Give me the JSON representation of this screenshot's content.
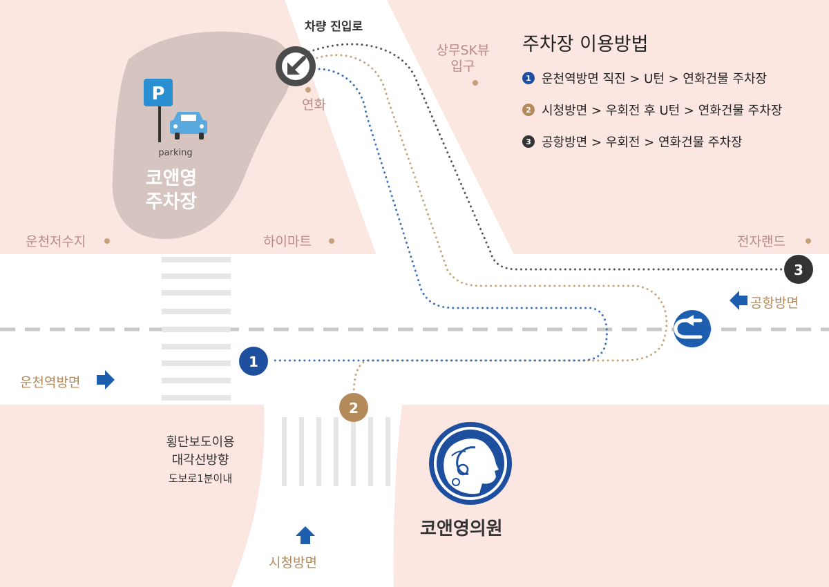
{
  "colors": {
    "background": "#fbe6e1",
    "road": "#ffffff",
    "parking_blob": "#d5c4bf",
    "route1": "#3f73b8",
    "route2": "#c9a67a",
    "route3": "#555555",
    "badge1": "#1d4f9e",
    "badge2": "#b48a5a",
    "badge3": "#333333",
    "arrow_blue": "#1d5fae",
    "place_text": "#b98b86",
    "direction_text": "#b48a5a"
  },
  "legend": {
    "title": "주차장 이용방법",
    "items": [
      {
        "num": "1",
        "text": "운천역방면 직진  > U턴 > 연화건물 주차장"
      },
      {
        "num": "2",
        "text": "시청방면 > 우회전 후 U턴 > 연화건물 주차장"
      },
      {
        "num": "3",
        "text": "공항방면 > 우회전 > 연화건물 주차장"
      }
    ]
  },
  "entrance": {
    "label": "차량 진입로",
    "icon": "arrow-down-left-icon"
  },
  "parking": {
    "sign": "P",
    "caption": "parking",
    "name_line1": "코앤영",
    "name_line2": "주차장"
  },
  "places": {
    "yeonhwa": "연화",
    "sk_line1": "상무SK뷰",
    "sk_line2": "입구",
    "uncheon_reservoir": "운천저수지",
    "himart": "하이마트",
    "jeonja_land": "전자랜드"
  },
  "directions": {
    "airport": "공항방면",
    "uncheon_station": "운천역방면",
    "city_hall": "시청방면"
  },
  "route_badges": [
    "1",
    "2",
    "3"
  ],
  "crosswalk_note": {
    "line1": "횡단보도이용",
    "line2": "대각선방향",
    "line3": "도보로1분이내"
  },
  "clinic": {
    "name": "코앤영의원"
  },
  "uturn_icon": "u-turn-icon"
}
